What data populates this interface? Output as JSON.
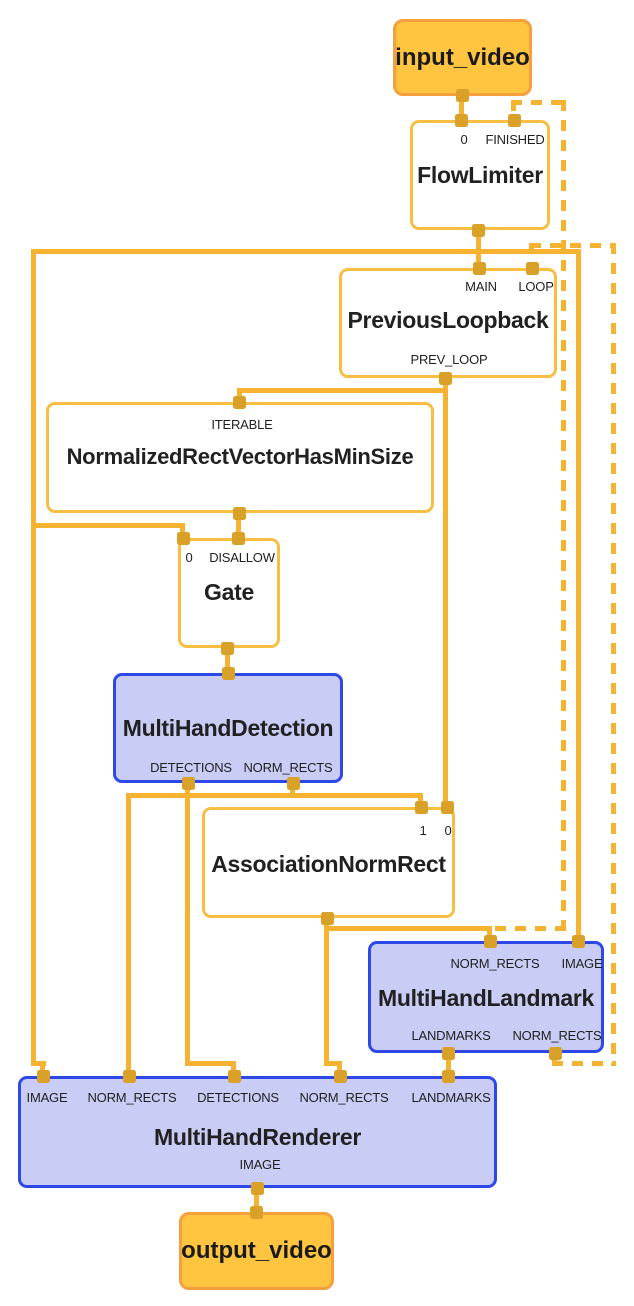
{
  "graph_name": "multi_hand_tracking",
  "colors": {
    "edge": "#F5B331",
    "port_connector": "#D9A128",
    "stream_node_fill": "#FFC440",
    "stream_node_border": "#F5A03C",
    "calculator_node_fill": "#FFFFFF",
    "calculator_node_border": "#F8BE43",
    "subgraph_node_fill": "#C9CDF5",
    "subgraph_node_border": "#2C49E8",
    "text": "#212121",
    "background": "#FFFFFF"
  },
  "nodes": {
    "input_video": {
      "label": "input_video"
    },
    "flow_limiter": {
      "title": "FlowLimiter",
      "ports": {
        "in_0": "0",
        "in_finished": "FINISHED"
      }
    },
    "previous_loopback": {
      "title": "PreviousLoopback",
      "ports": {
        "in_main": "MAIN",
        "in_loop": "LOOP",
        "out_prev_loop": "PREV_LOOP"
      }
    },
    "normalized_rect_vector_has_min_size": {
      "title": "NormalizedRectVectorHasMinSize",
      "ports": {
        "in_iterable": "ITERABLE"
      }
    },
    "gate": {
      "title": "Gate",
      "ports": {
        "in_0": "0",
        "in_disallow": "DISALLOW"
      }
    },
    "multi_hand_detection": {
      "title": "MultiHandDetection",
      "ports": {
        "out_detections": "DETECTIONS",
        "out_norm_rects": "NORM_RECTS"
      }
    },
    "association_norm_rect": {
      "title": "AssociationNormRect",
      "ports": {
        "in_1": "1",
        "in_0": "0"
      }
    },
    "multi_hand_landmark": {
      "title": "MultiHandLandmark",
      "ports": {
        "in_norm_rects": "NORM_RECTS",
        "in_image": "IMAGE",
        "out_landmarks": "LANDMARKS",
        "out_norm_rects": "NORM_RECTS"
      }
    },
    "multi_hand_renderer": {
      "title": "MultiHandRenderer",
      "ports": {
        "in_image": "IMAGE",
        "in_norm_rects_1": "NORM_RECTS",
        "in_detections": "DETECTIONS",
        "in_norm_rects_2": "NORM_RECTS",
        "in_landmarks": "LANDMARKS",
        "out_image": "IMAGE"
      }
    },
    "output_video": {
      "label": "output_video"
    }
  },
  "edges": [
    {
      "from": "input_video",
      "to": "FlowLimiter:0",
      "style": "solid"
    },
    {
      "from": "FlowLimiter",
      "to": "PreviousLoopback:MAIN",
      "style": "solid"
    },
    {
      "from": "FlowLimiter",
      "to": "Gate:0",
      "style": "solid"
    },
    {
      "from": "FlowLimiter",
      "to": "MultiHandLandmark:IMAGE",
      "style": "solid"
    },
    {
      "from": "FlowLimiter",
      "to": "MultiHandRenderer:IMAGE",
      "style": "solid"
    },
    {
      "from": "PreviousLoopback:PREV_LOOP",
      "to": "NormalizedRectVectorHasMinSize:ITERABLE",
      "style": "solid"
    },
    {
      "from": "PreviousLoopback:PREV_LOOP",
      "to": "AssociationNormRect:0",
      "style": "solid"
    },
    {
      "from": "NormalizedRectVectorHasMinSize",
      "to": "Gate:DISALLOW",
      "style": "solid"
    },
    {
      "from": "Gate",
      "to": "MultiHandDetection",
      "style": "solid"
    },
    {
      "from": "MultiHandDetection:DETECTIONS",
      "to": "MultiHandRenderer:DETECTIONS",
      "style": "solid"
    },
    {
      "from": "MultiHandDetection:NORM_RECTS",
      "to": "AssociationNormRect:1",
      "style": "solid"
    },
    {
      "from": "MultiHandDetection:NORM_RECTS",
      "to": "MultiHandRenderer:NORM_RECTS",
      "style": "solid"
    },
    {
      "from": "AssociationNormRect",
      "to": "MultiHandLandmark:NORM_RECTS",
      "style": "solid"
    },
    {
      "from": "AssociationNormRect",
      "to": "MultiHandRenderer:NORM_RECTS",
      "style": "solid"
    },
    {
      "from": "AssociationNormRect",
      "to": "FlowLimiter:FINISHED",
      "style": "dashed"
    },
    {
      "from": "MultiHandLandmark:NORM_RECTS",
      "to": "PreviousLoopback:LOOP",
      "style": "dashed"
    },
    {
      "from": "MultiHandLandmark:LANDMARKS",
      "to": "MultiHandRenderer:LANDMARKS",
      "style": "solid"
    },
    {
      "from": "MultiHandRenderer:IMAGE",
      "to": "output_video",
      "style": "solid"
    }
  ]
}
